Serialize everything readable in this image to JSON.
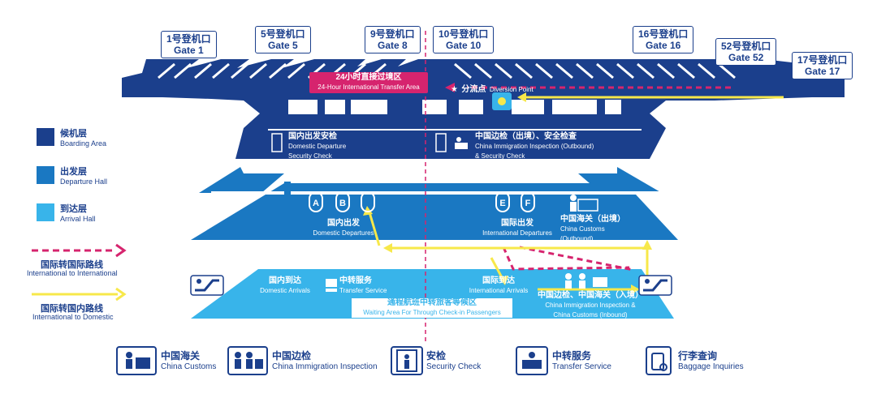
{
  "gates": [
    {
      "zh": "1号登机口",
      "en": "Gate 1"
    },
    {
      "zh": "5号登机口",
      "en": "Gate 5"
    },
    {
      "zh": "9号登机口",
      "en": "Gate 8"
    },
    {
      "zh": "10号登机口",
      "en": "Gate 10"
    },
    {
      "zh": "16号登机口",
      "en": "Gate 16"
    },
    {
      "zh": "52号登机口",
      "en": "Gate 52"
    },
    {
      "zh": "17号登机口",
      "en": "Gate 17"
    }
  ],
  "transfer_zone": {
    "zh": "24小时直接过境区",
    "en": "24-Hour International Transfer Area"
  },
  "diversion": {
    "zh": "分流点",
    "en": "Diversion Point"
  },
  "boarding": {
    "domestic_check": {
      "zh": "国内出发安检",
      "en1": "Domestic Departure",
      "en2": "Security Check"
    },
    "intl_check": {
      "zh": "中国边检（出境）、安全检查",
      "en1": "China Immigration Inspection (Outbound)",
      "en2": "& Security Check"
    }
  },
  "departure": {
    "gates_dom": [
      "A",
      "B"
    ],
    "gates_intl": [
      "E",
      "F"
    ],
    "domestic": {
      "zh": "国内出发",
      "en": "Domestic Departures"
    },
    "international": {
      "zh": "国际出发",
      "en": "International Departures"
    },
    "customs": {
      "zh": "中国海关（出境）",
      "en1": "China Customs",
      "en2": "(Outbound)"
    }
  },
  "arrival": {
    "domestic": {
      "zh": "国内到达",
      "en": "Domestic Arrivals"
    },
    "transfer": {
      "zh": "中转服务",
      "en": "Transfer Service"
    },
    "international": {
      "zh": "国际到达",
      "en": "International Arrivals"
    },
    "inspection": {
      "zh": "中国边检、中国海关（入境）",
      "en1": "China Immigration Inspection &",
      "en2": "China Customs (Inbound)"
    },
    "waiting": {
      "zh": "通程航班中转旅客等候区",
      "en": "Waiting Area For Through Check-in Passengers"
    }
  },
  "legend": {
    "boarding": {
      "zh": "候机层",
      "en": "Boarding Area"
    },
    "departure": {
      "zh": "出发层",
      "en": "Departure Hall"
    },
    "arrival": {
      "zh": "到达层",
      "en": "Arrival Hall"
    },
    "intl_intl": {
      "zh": "国际转国际路线",
      "en": "International to International"
    },
    "intl_dom": {
      "zh": "国际转国内路线",
      "en": "International to Domestic"
    }
  },
  "bottom_icons": [
    {
      "zh": "中国海关",
      "en": "China Customs",
      "icon": "customs-icon"
    },
    {
      "zh": "中国边检",
      "en": "China Immigration Inspection",
      "icon": "immigration-icon"
    },
    {
      "zh": "安检",
      "en": "Security Check",
      "icon": "security-check-icon"
    },
    {
      "zh": "中转服务",
      "en": "Transfer Service",
      "icon": "transfer-service-icon"
    },
    {
      "zh": "行李查询",
      "en": "Baggage Inquiries",
      "icon": "baggage-icon"
    }
  ],
  "colors": {
    "boarding": "#1b3f8c",
    "departure": "#1a78c2",
    "arrival": "#38b4ea",
    "intl_intl": "#d6246e",
    "intl_dom": "#f7e84a"
  }
}
